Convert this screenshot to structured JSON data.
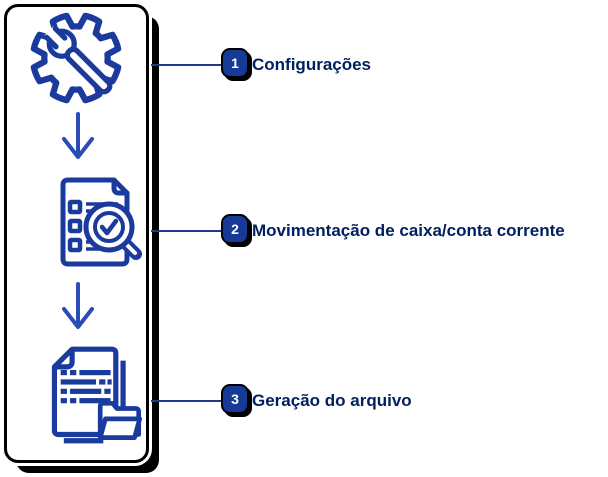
{
  "diagram": {
    "panel": {
      "icons": [
        {
          "name": "gear-wrench-icon",
          "meaning": "Configurações"
        },
        {
          "name": "checklist-magnifier-icon",
          "meaning": "Movimentação de caixa/conta corrente"
        },
        {
          "name": "document-folder-icon",
          "meaning": "Geração do arquivo"
        }
      ],
      "separator_icon": "down-arrow"
    },
    "steps": [
      {
        "number": "1",
        "label": "Configurações"
      },
      {
        "number": "2",
        "label": "Movimentação de caixa/conta corrente"
      },
      {
        "number": "3",
        "label": "Geração do arquivo"
      }
    ],
    "colors": {
      "icon_blue": "#1B3A9E",
      "arrow_blue": "#2B4CB8",
      "connector_blue": "#1F3A8C",
      "badge_fill": "#163A96",
      "label_text": "#002060",
      "outline": "#000000",
      "badge_number_text": "#FFFFFF"
    }
  }
}
